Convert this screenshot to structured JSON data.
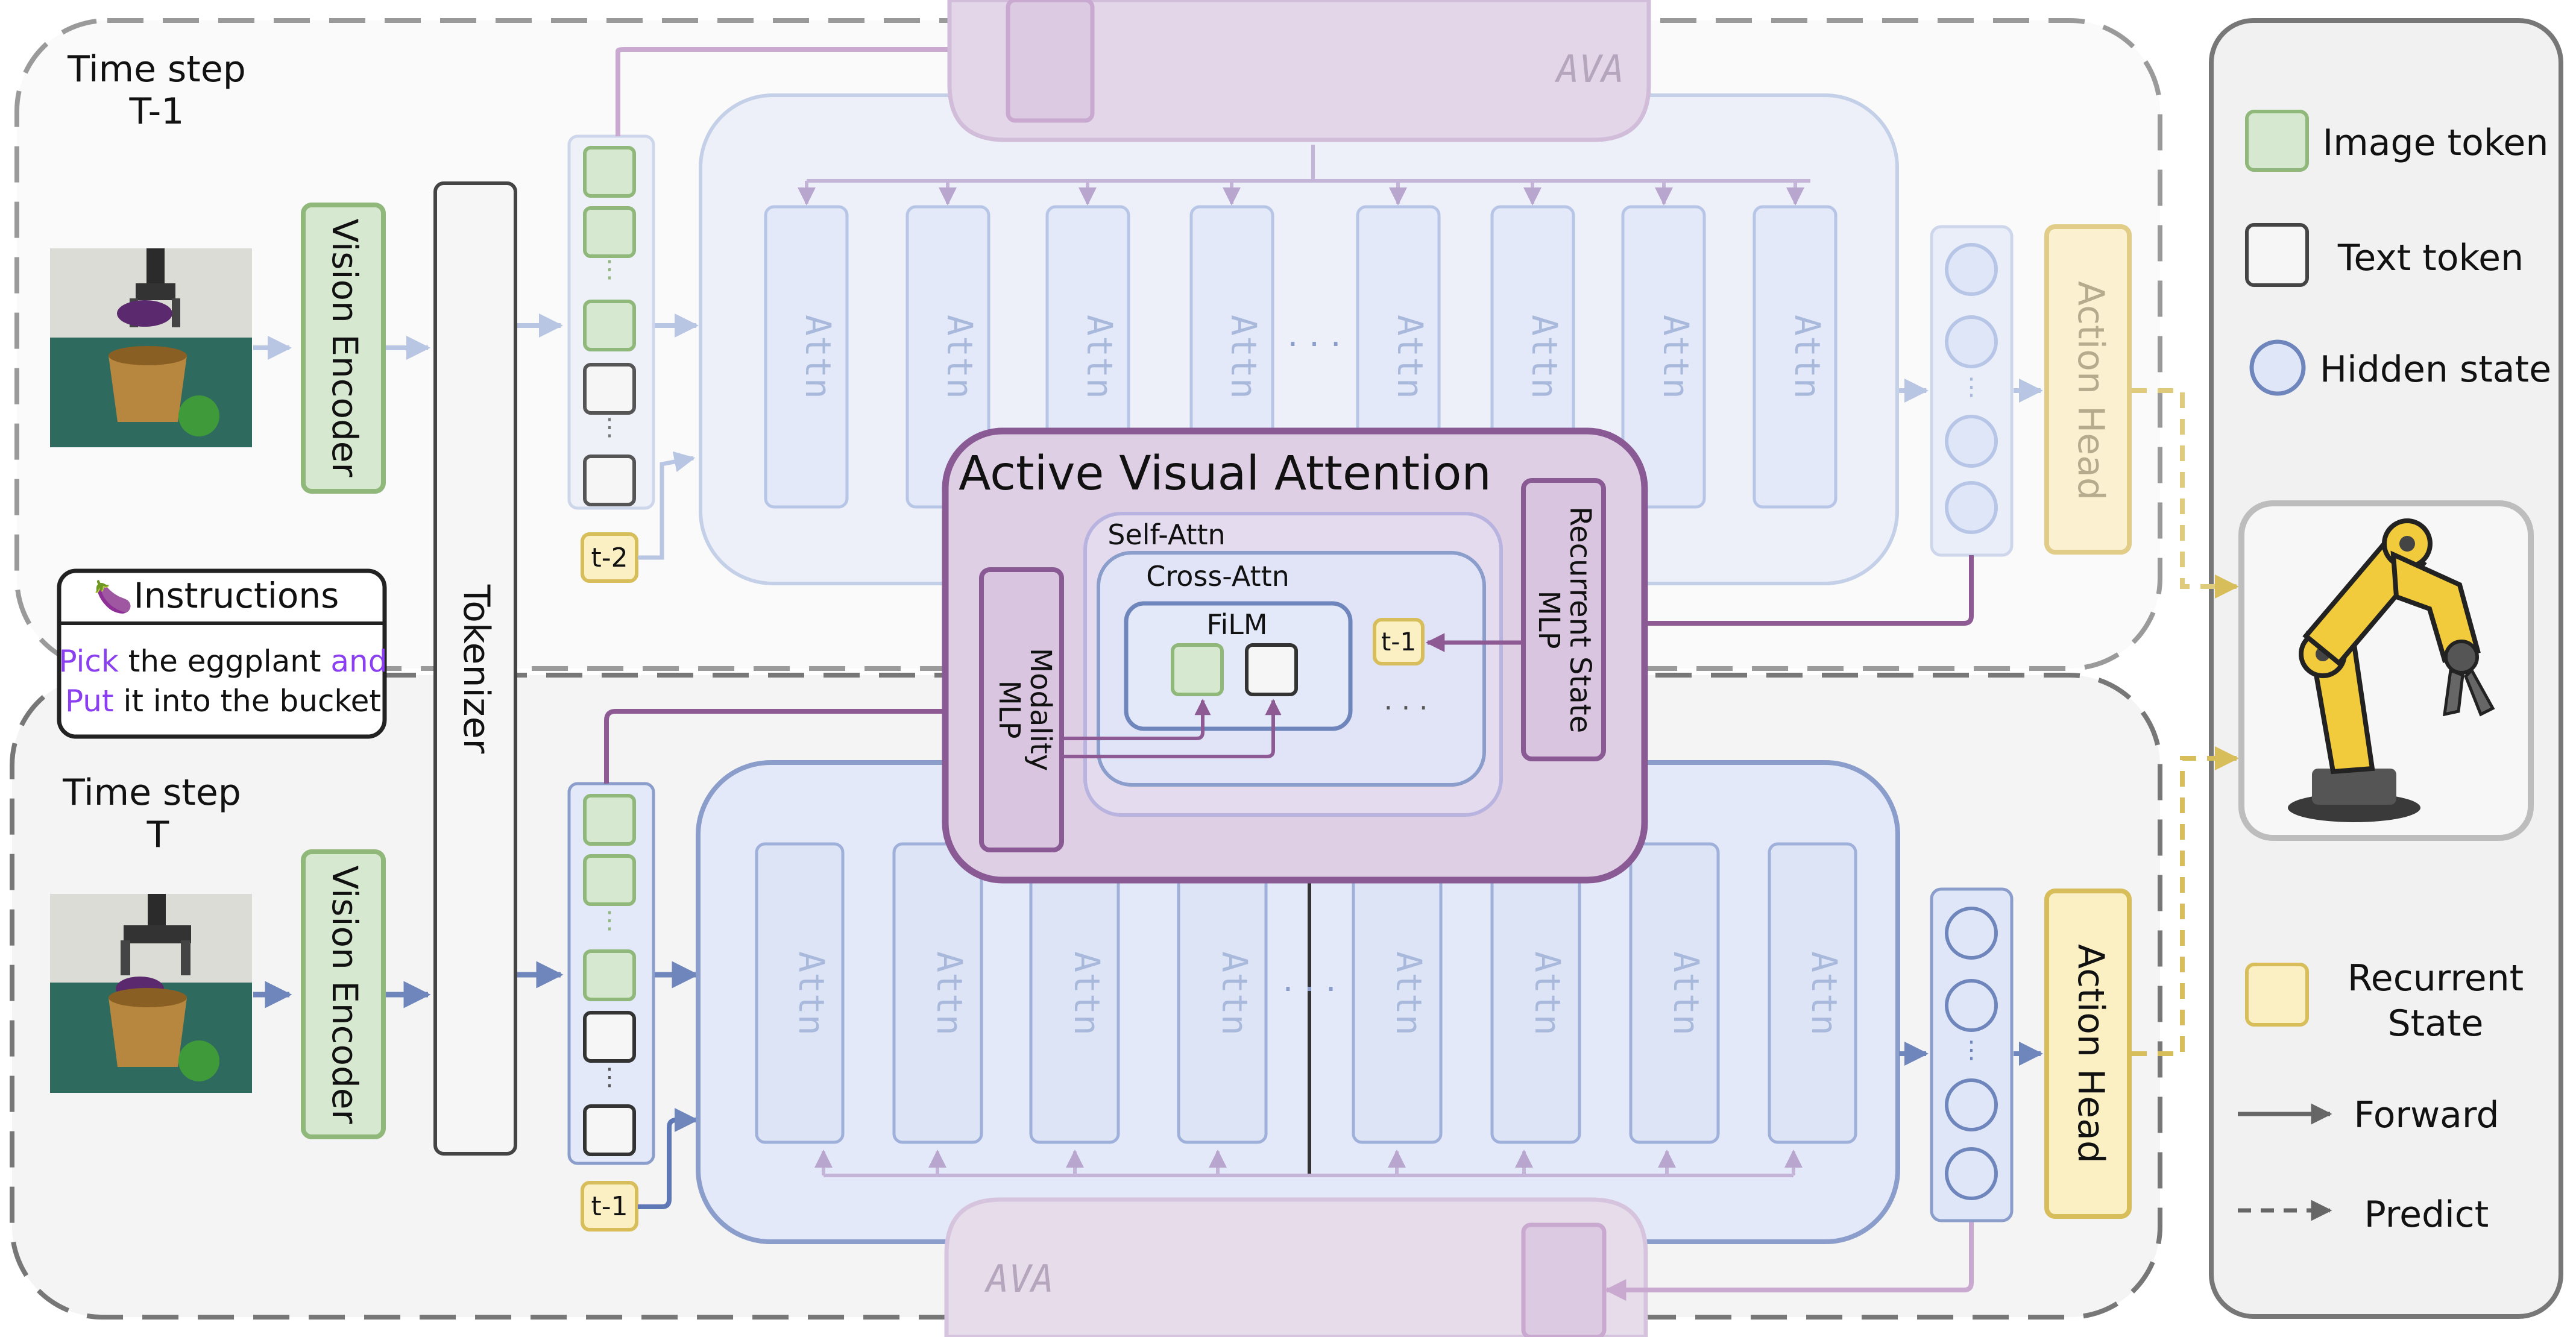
{
  "panel_prev": {
    "title_line1": "Time step",
    "title_line2": "T-1",
    "vision_encoder": "Vision Encoder",
    "recurrent_tag": "t-2",
    "ava_label": "AVA",
    "action_head": "Action Head"
  },
  "panel_curr": {
    "title_line1": "Time step",
    "title_line2": "T",
    "vision_encoder": "Vision Encoder",
    "recurrent_tag": "t-1",
    "ava_label": "AVA",
    "action_head": "Action Head"
  },
  "tokenizer": "Tokenizer",
  "instructions": {
    "title": "Instructions",
    "emoji": "🍆",
    "line1": [
      {
        "text": "Pick",
        "color": "#8a3ff0"
      },
      {
        "text": " the eggplant ",
        "color": "#111111"
      },
      {
        "text": "and",
        "color": "#8a3ff0"
      }
    ],
    "line2": [
      {
        "text": "Put",
        "color": "#8a3ff0"
      },
      {
        "text": " it into the bucket",
        "color": "#111111"
      }
    ]
  },
  "attn_label": "Attn",
  "ellipsis": "· · ·",
  "ava_module": {
    "title": "Active Visual Attention",
    "self_attn": "Self-Attn",
    "cross_attn": "Cross-Attn",
    "film": "FiLM",
    "modality_mlp_line1": "Modality",
    "modality_mlp_line2": "MLP",
    "recurrent_mlp_line1": "Recurrent State",
    "recurrent_mlp_line2": "MLP",
    "state_tag": "t-1",
    "dots": "· · ·"
  },
  "legend": {
    "image_token": "Image token",
    "text_token": "Text token",
    "hidden_state": "Hidden state",
    "recurrent_state_line1": "Recurrent",
    "recurrent_state_line2": "State",
    "forward": "Forward",
    "predict": "Predict"
  },
  "colors": {
    "image_token": "#d6e8cf",
    "image_token_border": "#8fb87a",
    "recurrent": "#fbf0c4",
    "recurrent_border": "#d8be5a",
    "hidden": "#dfe6f8",
    "hidden_border": "#7f93c8",
    "blue_block": "#e3e9f8",
    "blue_border": "#8a9dcb",
    "purple": "#8a5a94",
    "purple_fill": "#dfcfe5",
    "gold": "#d8be5a"
  }
}
